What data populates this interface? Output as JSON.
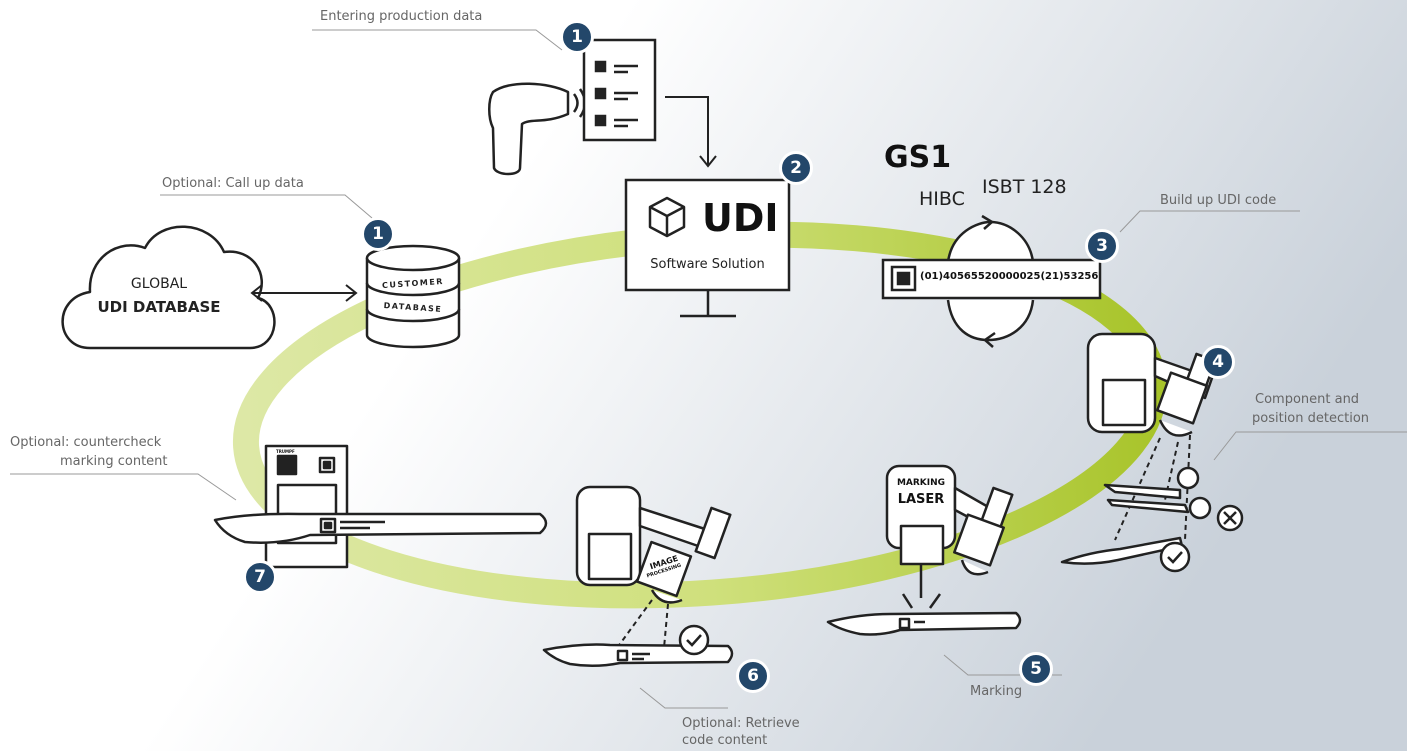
{
  "labels": {
    "entering": "Entering production data",
    "call_up": "Optional: Call up data",
    "build_up": "Build up UDI code",
    "component_1": "Component and",
    "component_2": "position detection",
    "countercheck_1": "Optional: countercheck",
    "countercheck_2": "marking content",
    "marking": "Marking",
    "retrieve_1": "Optional: Retrieve",
    "retrieve_2": "code content"
  },
  "badges": {
    "b1a": "1",
    "b1b": "1",
    "b2": "2",
    "b3": "3",
    "b4": "4",
    "b5": "5",
    "b6": "6",
    "b7": "7"
  },
  "cloud": {
    "line1": "GLOBAL",
    "line2": "UDI DATABASE"
  },
  "database": {
    "line1": "CUSTOMER",
    "line2": "DATABASE"
  },
  "monitor": {
    "title": "UDI",
    "subtitle": "Software Solution"
  },
  "standards": {
    "gs1": "GS1",
    "hibc": "HIBC",
    "isbt": "ISBT 128"
  },
  "code_string": "(01)40565520000025(21)53256",
  "laser": {
    "line1": "MARKING",
    "line2": "LASER"
  },
  "camera": {
    "line1": "IMAGE",
    "line2": "PROCESSING"
  },
  "device_logo": "TRUMPF",
  "colors": {
    "badge": "#23476a",
    "ring": "#b5cf3a",
    "text": "#666666"
  }
}
